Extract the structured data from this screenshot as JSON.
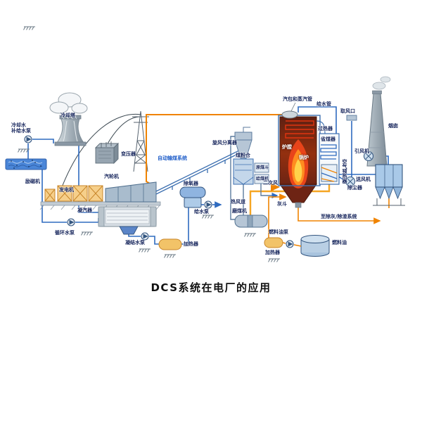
{
  "title": "DCS系统在电厂的应用",
  "labels": {
    "cooling_tower": "冷却塔",
    "makeup_pump": "冷却水\n补给水泵",
    "transformer": "变压器",
    "exciter": "励磁机",
    "generator": "发电机",
    "steam_turbine": "汽轮机",
    "condenser": "凝汽器",
    "circulating_pump": "循环水泵",
    "condensate_pump": "凝结水泵",
    "lp_heater": "加热器",
    "deaerator": "除氧器",
    "feedwater_pump": "给水泵",
    "coal_conveying_system": "自动输煤系统",
    "cyclone_separator": "旋风分离器",
    "coal_bunker": "煤粉仓",
    "raw_coal_hopper": "原煤斗",
    "coal_feeder": "给煤机",
    "hot_air_duct": "热风道",
    "coal_mill": "磨煤机",
    "secondary_air": "二次风",
    "steam_drum_pipes": "汽包和蒸汽管",
    "feedwater_pipe": "给水管",
    "air_intake": "取风口",
    "chimney": "烟囱",
    "superheater": "过热器",
    "economizer": "省煤器",
    "furnace": "炉膛",
    "boiler": "锅炉",
    "induced_draft_fan": "引风机",
    "air_preheater": "空气预热器",
    "forced_draft_fan": "送风机",
    "dust_collector": "除尘器",
    "ash_hopper": "灰斗",
    "ash_removal": "至除灰/除渣系统",
    "fuel_oil_pump": "燃料油泵",
    "fuel_oil_heater": "加热器",
    "fuel_oil": "燃料油"
  },
  "colors": {
    "water_pipe": "#2f6bbf",
    "steam_pipe": "#f08300",
    "flame_core": "#ffd24a",
    "flame_mid": "#ff8c1f",
    "flame_outer": "#e8441a",
    "equipment_gray": "#b6c6d6",
    "label_text": "#16255c",
    "label_blue": "#1f5ec9"
  }
}
